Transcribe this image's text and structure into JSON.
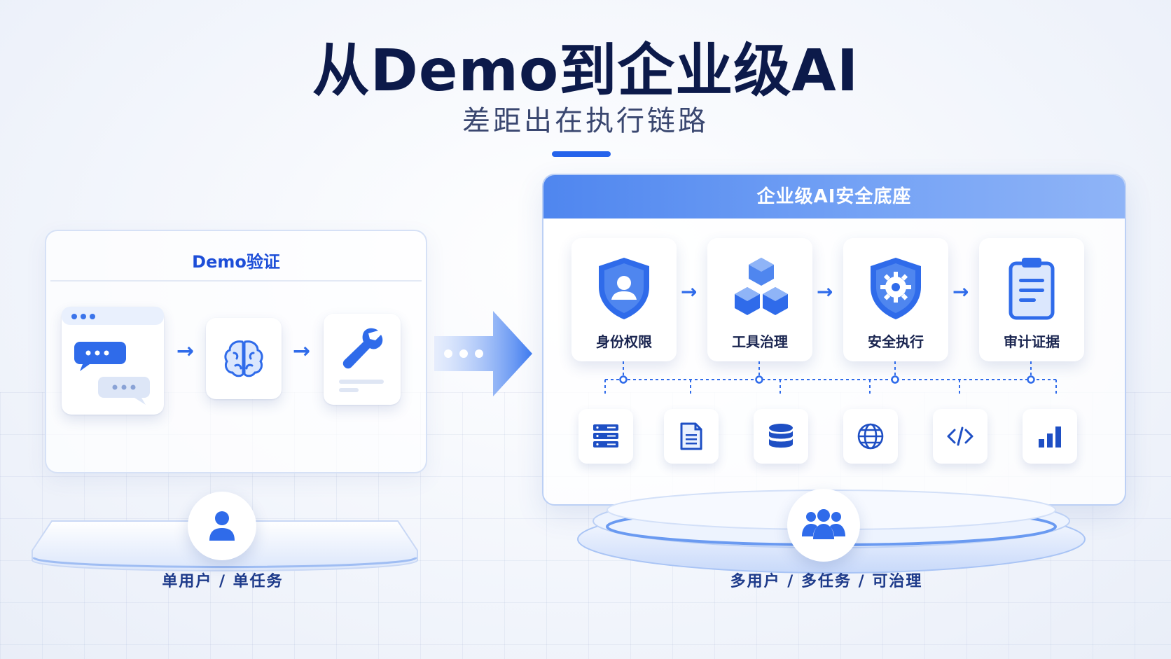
{
  "title": "从Demo到企业级AI",
  "subtitle": "差距出在执行链路",
  "left_panel": {
    "title": "Demo验证",
    "label": "单用户 / 单任务",
    "icons": [
      "chat-window-icon",
      "brain-icon",
      "wrench-icon"
    ]
  },
  "right_panel": {
    "title": "企业级AI安全底座",
    "steps": [
      {
        "label": "身份权限",
        "icon": "user-shield-icon"
      },
      {
        "label": "工具治理",
        "icon": "cubes-icon"
      },
      {
        "label": "安全执行",
        "icon": "gear-shield-icon"
      },
      {
        "label": "审计证据",
        "icon": "clipboard-icon"
      }
    ],
    "resources": [
      "server-icon",
      "document-icon",
      "database-icon",
      "globe-icon",
      "code-icon",
      "bar-chart-icon"
    ],
    "label": "多用户 / 多任务 / 可治理"
  },
  "colors": {
    "accent": "#2563eb",
    "title": "#0c1a4a",
    "header_gradient_start": "#4f86ef",
    "header_gradient_end": "#8fb4f7"
  }
}
